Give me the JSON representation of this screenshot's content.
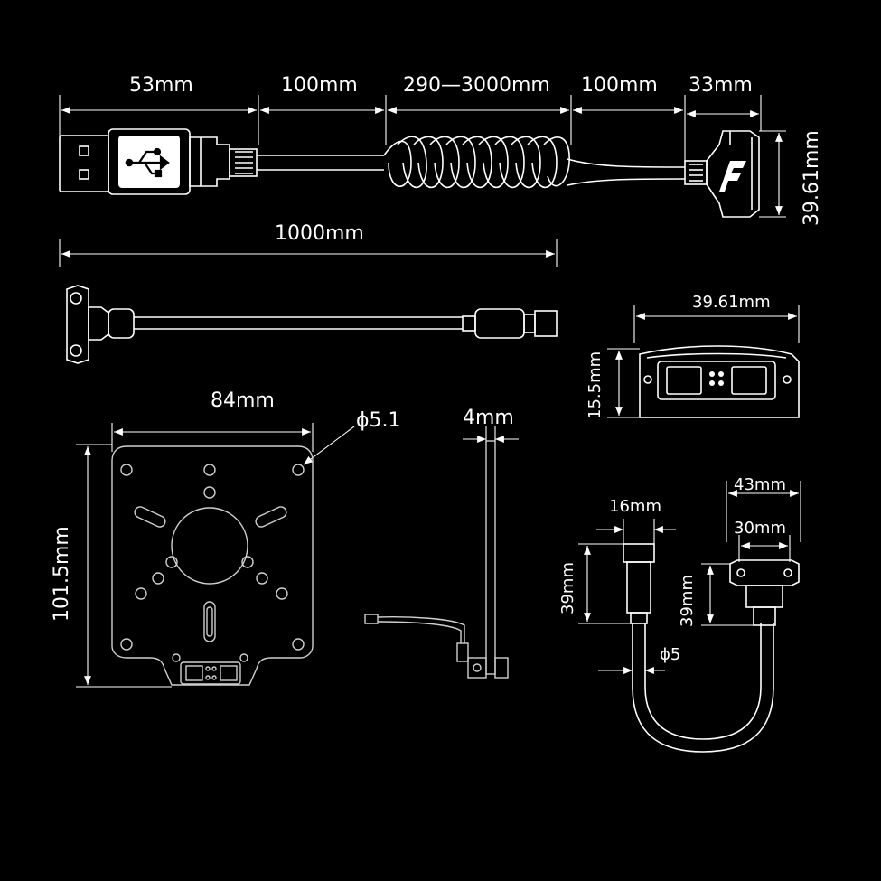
{
  "labels": {
    "usb_len": "53mm",
    "straight_1": "100mm",
    "coil_len": "290—3000mm",
    "straight_2": "100mm",
    "connector_len": "33mm",
    "connector_height": "39.61mm",
    "extension_len": "1000mm",
    "front_width": "39.61mm",
    "front_height": "15.5mm",
    "plate_width": "84mm",
    "hole_dia": "ϕ5.1",
    "plate_height": "101.5mm",
    "plate_thickness": "4mm",
    "l_width_1": "16mm",
    "l_height_1": "39mm",
    "l_cable_dia": "ϕ5",
    "l_width_2": "43mm",
    "l_width_3": "30mm",
    "l_height_2": "39mm"
  },
  "icons": {
    "usb": "usb-icon",
    "logo": "brand-logo-icon"
  },
  "colors": {
    "background": "#000000",
    "line": "#ffffff",
    "fill": "#ffffff"
  }
}
